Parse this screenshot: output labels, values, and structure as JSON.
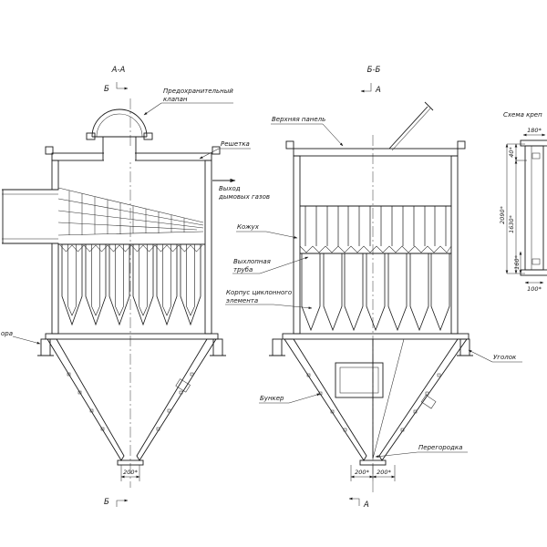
{
  "view_a": {
    "title": "А-А",
    "section_letter": "Б",
    "labels": {
      "safety_valve_l1": "Предохранительный",
      "safety_valve_l2": "клапан",
      "grid": "Решетка",
      "outlet_l1": "Выход",
      "outlet_l2": "дымовых газов",
      "support_fragment": "ора"
    },
    "dims": {
      "outlet_width": "200*"
    }
  },
  "view_b": {
    "title": "Б-Б",
    "section_letter": "А",
    "labels": {
      "top_panel": "Верхняя панель",
      "casing": "Кожух",
      "exhaust_l1": "Выхлопная",
      "exhaust_l2": "труба",
      "cyclone_l1": "Корпус циклонного",
      "cyclone_l2": "элемента",
      "hopper": "Бункер",
      "partition": "Перегородка",
      "angle_bracket": "Уголок"
    },
    "dims": {
      "left": "200*",
      "right": "200*"
    }
  },
  "scheme": {
    "title": "Схема креп",
    "dims": {
      "d180": "180*",
      "d40": "40*",
      "d2090": "2090*",
      "d1630": "1630*",
      "d160": "160*",
      "d100": "100*"
    }
  }
}
